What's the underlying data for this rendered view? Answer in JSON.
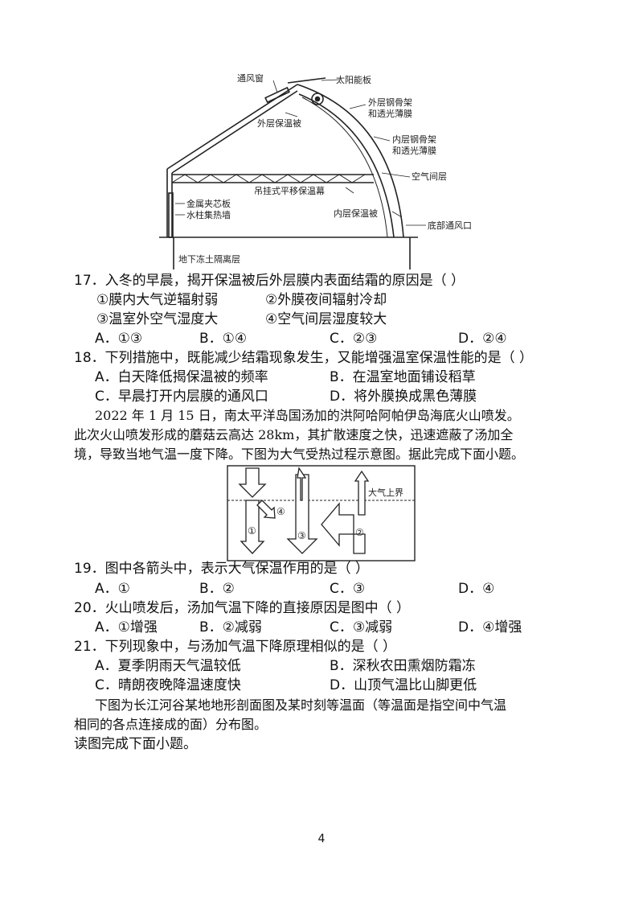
{
  "greenhouse_figure": {
    "labels": {
      "vent_window": "通风窗",
      "solar_panel": "太阳能板",
      "outer_frame": "外层钢骨架",
      "outer_film": "和透光薄膜",
      "outer_quilt": "外层保温被",
      "inner_frame": "内层钢骨架",
      "inner_film": "和透光薄膜",
      "air_layer": "空气间层",
      "curtain": "吊挂式平移保温幕",
      "metal_panel": "金属夹芯板",
      "water_wall": "水柱集热墙",
      "inner_quilt": "内层保温被",
      "bottom_vent": "底部通风口",
      "frozen_layer": "地下冻土隔离层"
    }
  },
  "q17": {
    "stem": "17．入冬的早晨，揭开保温被后外层膜内表面结霜的原因是（    ）",
    "opt_row1_a": "①膜内大气逆辐射弱",
    "opt_row1_b": "②外膜夜间辐射冷却",
    "opt_row2_a": "③温室外空气湿度大",
    "opt_row2_b": "④空气间层湿度较大",
    "choices": [
      "A．①③",
      "B．①④",
      "C．②③",
      "D．②④"
    ]
  },
  "q18": {
    "stem": "18．下列措施中，既能减少结霜现象发生，又能增强温室保温性能的是（    ）",
    "A": "A．白天降低揭保温被的频率",
    "B": "B．在温室地面铺设稻草",
    "C": "C．早晨打开内层膜的通风口",
    "D": "D．将外膜换成黑色薄膜"
  },
  "passage": {
    "line1": "2022 年 1 月 15 日，南太平洋岛国汤加的洪阿哈阿帕伊岛海底火山喷发。",
    "line2": "此次火山喷发形成的蘑菇云高达 28km，其扩散速度之快，迅速遮蔽了汤加全",
    "line3": "境，导致当地气温一度下降。下图为大气受热过程示意图。据此完成下面小题。"
  },
  "atmo_figure": {
    "top_label": "大气上界",
    "n1": "①",
    "n2": "②",
    "n3": "③",
    "n4": "④"
  },
  "q19": {
    "stem": "19．图中各箭头中，表示大气保温作用的是（    ）",
    "choices": [
      "A．①",
      "B．②",
      "C．③",
      "D．④"
    ]
  },
  "q20": {
    "stem": "20．火山喷发后，汤加气温下降的直接原因是图中（    ）",
    "choices": [
      "A．①增强",
      "B．②减弱",
      "C．③减弱",
      "D．④增强"
    ]
  },
  "q21": {
    "stem": "21．下列现象中，与汤加气温下降原理相似的是（    ）",
    "A": "A．夏季阴雨天气温较低",
    "B": "B．深秋农田熏烟防霜冻",
    "C": "C．晴朗夜晚降温速度快",
    "D": "D．山顶气温比山脚更低"
  },
  "intro": {
    "line1": "下图为长江河谷某地地形剖面图及某时刻等温面（等温面是指空间中气温",
    "line2": "相同的各点连接成的面）分布图。",
    "line3": "读图完成下面小题。"
  },
  "page_number": "4"
}
